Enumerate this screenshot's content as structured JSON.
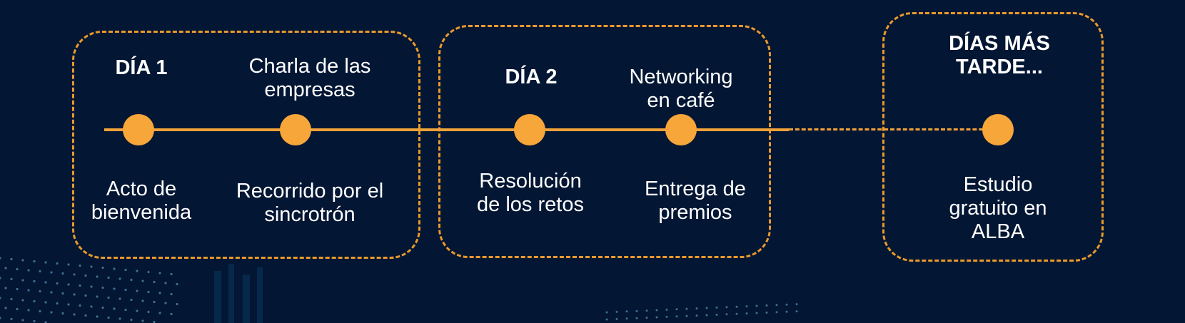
{
  "colors": {
    "background": "#031633",
    "accent": "#f7a63a",
    "box_border": "#e89a2c",
    "text": "#ffffff"
  },
  "timeline": {
    "groups": [
      {
        "heading": "DÍA 1",
        "events": [
          {
            "above": "",
            "below": "Acto de\nbienvenida"
          },
          {
            "above": "Charla de las\nempresas",
            "below": "Recorrido por el\nsincrotrón"
          }
        ]
      },
      {
        "heading": "DÍA 2",
        "events": [
          {
            "above": "",
            "below": "Resolución\nde los retos"
          },
          {
            "above": "Networking\nen café",
            "below": "Entrega de\npremios"
          }
        ]
      },
      {
        "heading": "DÍAS MÁS\nTARDE...",
        "events": [
          {
            "above": "",
            "below": "Estudio\ngratuito en\nALBA"
          }
        ]
      }
    ]
  }
}
